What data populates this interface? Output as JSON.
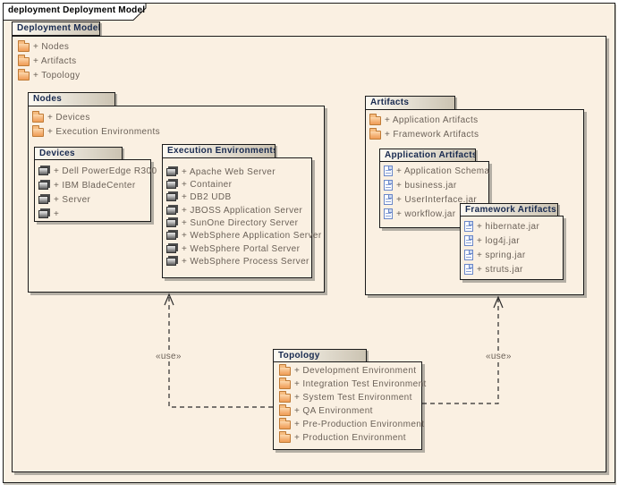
{
  "frame": {
    "label": "deployment Deployment Model"
  },
  "connectors": {
    "left_use": "«use»",
    "right_use": "«use»"
  },
  "packages": {
    "deployment_model": {
      "name": "Deployment Model",
      "items": [
        "+ Nodes",
        "+ Artifacts",
        "+ Topology"
      ]
    },
    "nodes": {
      "name": "Nodes",
      "items": [
        "+ Devices",
        "+ Execution Environments"
      ]
    },
    "devices": {
      "name": "Devices",
      "items": [
        "+ Dell PowerEdge R300",
        "+ IBM BladeCenter",
        "+ Server",
        "+"
      ]
    },
    "execution_environments": {
      "name": "Execution Environments",
      "items": [
        "+ Apache Web Server",
        "+ Container",
        "+ DB2 UDB",
        "+ JBOSS Application Server",
        "+ SunOne Directory Server",
        "+ WebSphere Application Server",
        "+ WebSphere Portal Server",
        "+ WebSphere Process Server"
      ]
    },
    "artifacts": {
      "name": "Artifacts",
      "items": [
        "+ Application Artifacts",
        "+ Framework Artifacts"
      ]
    },
    "application_artifacts": {
      "name": "Application Artifacts",
      "items": [
        "+ Application Schema",
        "+ business.jar",
        "+ UserInterface.jar",
        "+ workflow.jar"
      ]
    },
    "framework_artifacts": {
      "name": "Framework Artifacts",
      "items": [
        "+ hibernate.jar",
        "+ log4j.jar",
        "+ spring.jar",
        "+ struts.jar"
      ]
    },
    "topology": {
      "name": "Topology",
      "items": [
        "+ Development Environment",
        "+ Integration Test Environment",
        "+ System Test Environment",
        "+ QA Environment",
        "+ Pre-Production Environment",
        "+ Production Environment"
      ]
    }
  },
  "icons": {
    "folder": "folder-icon",
    "node": "node-icon",
    "artifact": "artifact-icon"
  },
  "colors": {
    "canvas_bg": "#ffffff",
    "diagram_bg": "#faf0e2",
    "line": "#1a1a1a",
    "tab_text": "#17294f",
    "item_text": "#6b6158",
    "shadow": "#b3aea4",
    "folder_fill": "#f3ab6c",
    "artifact_blue": "#6a87c8"
  }
}
